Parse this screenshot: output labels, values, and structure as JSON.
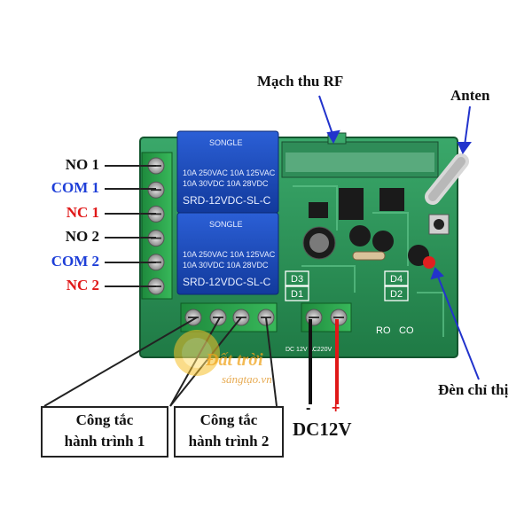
{
  "labels": {
    "rf": "Mạch thu RF",
    "antenna": "Anten",
    "indicator": "Đèn chỉ thị",
    "dc": "DC12V",
    "minus": "-",
    "plus": "+"
  },
  "left_terminals": [
    {
      "label": "NO 1",
      "color": "#111111"
    },
    {
      "label": "COM 1",
      "color": "#1e3fd8"
    },
    {
      "label": "NC 1",
      "color": "#e01818"
    },
    {
      "label": "NO 2",
      "color": "#111111"
    },
    {
      "label": "COM 2",
      "color": "#1e3fd8"
    },
    {
      "label": "NC 2",
      "color": "#e01818"
    }
  ],
  "switches": [
    {
      "line1": "Công tắc",
      "line2": "hành trình 1"
    },
    {
      "line1": "Công tắc",
      "line2": "hành trình 2"
    }
  ],
  "relays": [
    {
      "brand": "SONGLE",
      "spec1": "10A 250VAC  10A 125VAC",
      "spec2": "10A 30VDC  10A 28VDC",
      "model": "SRD-12VDC-SL-C"
    },
    {
      "brand": "SONGLE",
      "spec1": "10A 250VAC  10A 125VAC",
      "spec2": "10A 30VDC  10A 28VDC",
      "model": "SRD-12VDC-SL-C"
    }
  ],
  "board_marks": {
    "d1": "D1",
    "d2": "D2",
    "d3": "D3",
    "d4": "D4",
    "ro": "RO",
    "co": "CO",
    "power_silk": "DC 12V AC220V"
  },
  "watermark": {
    "line1": "Đất trời",
    "line2": "sángtạo.vn"
  }
}
